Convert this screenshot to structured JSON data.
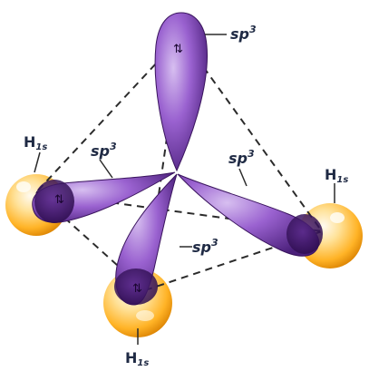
{
  "diagram": {
    "orbital_labels": [
      {
        "base": "sp",
        "sup": "3"
      },
      {
        "base": "sp",
        "sup": "3"
      },
      {
        "base": "sp",
        "sup": "3"
      },
      {
        "base": "sp",
        "sup": "3"
      }
    ],
    "hydrogen_labels": [
      {
        "base": "H",
        "sub": "1s"
      },
      {
        "base": "H",
        "sub": "1s"
      },
      {
        "base": "H",
        "sub": "1s"
      }
    ],
    "electron_pair_glyph": "⇅",
    "colors": {
      "lobe_light": "#c9a8e8",
      "lobe_mid": "#8a4fc4",
      "lobe_dark": "#4a1f7a",
      "h_light": "#fff4d6",
      "h_mid": "#ffc64a",
      "h_dark": "#e08a00",
      "line": "#2b2b2b",
      "label": "#1f2a44"
    }
  }
}
